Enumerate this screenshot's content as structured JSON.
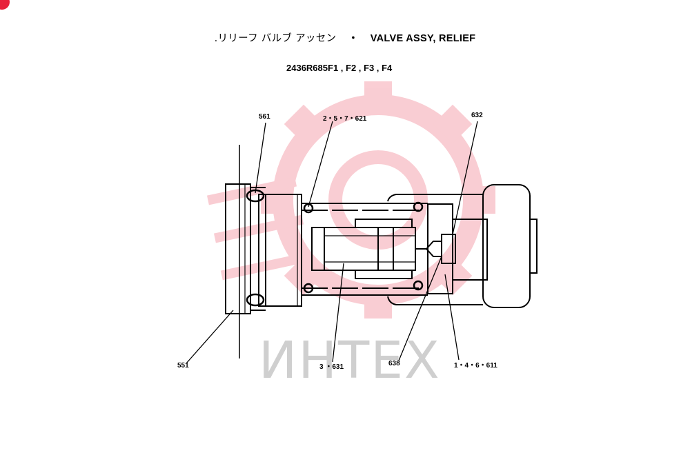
{
  "title": {
    "japanese": ".リリーフ バルブ アッセン",
    "separator": "・",
    "english": "VALVE ASSY, RELIEF"
  },
  "part_number": "2436R685F1 , F2 , F3 , F4",
  "callouts": {
    "c561": "561",
    "c2_5_7_621": "2・5・7・621",
    "c632": "632",
    "c551": "551",
    "c3_631": "3 ・631",
    "c638": "638",
    "c1_4_6_611": "1・4・6・611"
  },
  "watermark": {
    "text": "ИНТЕХ",
    "color": "#e8213a"
  }
}
